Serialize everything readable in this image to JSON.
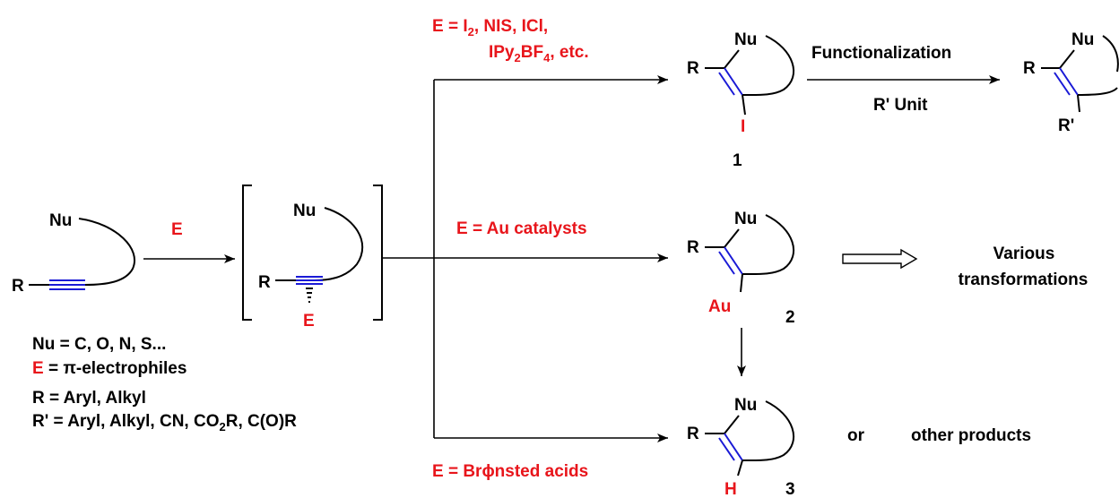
{
  "colors": {
    "text": "#000000",
    "electrophile": "#e8151b",
    "multiple_bond": "#1a1ad6"
  },
  "atoms": {
    "nu": "Nu",
    "r": "R",
    "e": "E",
    "i": "I",
    "au": "Au",
    "h": "H",
    "r_prime": "R'"
  },
  "reagents": {
    "initial_e": "E",
    "iodine_line1": "E = I2, NIS, ICl,",
    "iodine_line2": "IPy2BF4, etc.",
    "gold": "E = Au catalysts",
    "bronsted": "E = Brϕnsted acids",
    "functionalization": "Functionalization",
    "r_prime_unit": "R' Unit"
  },
  "compounds": {
    "c1": "1",
    "c2": "2",
    "c3": "3"
  },
  "outcomes": {
    "various_line1": "Various",
    "various_line2": "transformations",
    "or": "or",
    "other_products": "other products"
  },
  "legend": {
    "nu_def": "Nu = C, O, N, S...",
    "e_symbol": "E",
    "e_def": " = π-electrophiles",
    "r_def": "R = Aryl, Alkyl",
    "rprime_def": "R' = Aryl, Alkyl, CN, CO2R, C(O)R"
  }
}
